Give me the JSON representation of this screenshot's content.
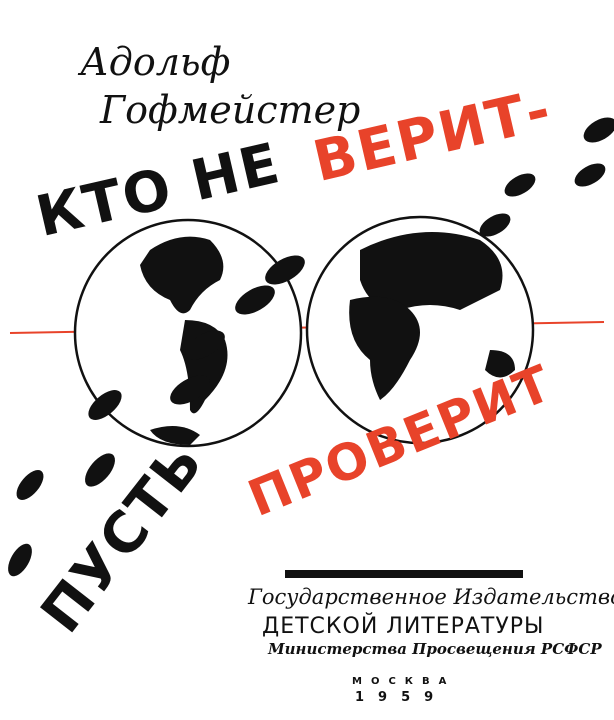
{
  "author": {
    "first": "Адольф",
    "last": "Гофмейстер"
  },
  "title": {
    "line1_black": "КТО НЕ",
    "line1_red": "ВЕРИТ-",
    "line2_black": "ПУСТЬ",
    "line2_red": "ПРОВЕРИТ"
  },
  "publisher": {
    "line1": "Государственное Издательство",
    "line2": "ДЕТСКОЙ ЛИТЕРАТУРЫ",
    "line3": "Министерства Просвещения РСФСР"
  },
  "city": "МОСКВА",
  "year": "1959",
  "colors": {
    "accent_red": "#e8432a",
    "ink": "#111111"
  }
}
